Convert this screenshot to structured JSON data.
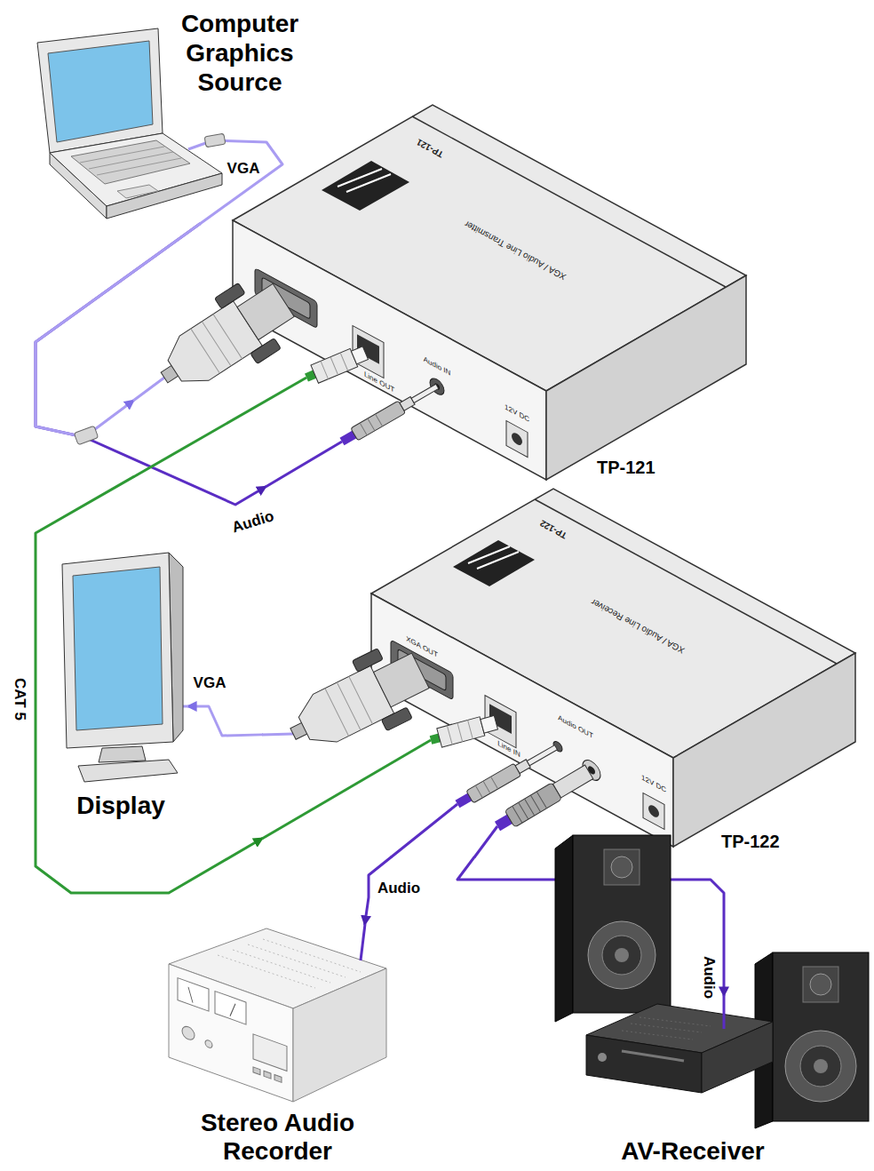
{
  "diagram": {
    "nodes": [
      {
        "text": [
          "Computer Graphics Source"
        ]
      },
      {
        "text": [
          "TP-121"
        ]
      },
      {
        "text": [
          "TP-122"
        ]
      },
      {
        "text": [
          "Display"
        ]
      },
      {
        "text": [
          "Stereo Audio Recorder"
        ]
      },
      {
        "text": [
          "AV-Receiver"
        ]
      }
    ],
    "edges": [
      {
        "from": 0,
        "to": 1,
        "label": "VGA",
        "arrow": "to"
      },
      {
        "from": 0,
        "to": 1,
        "label": "Audio",
        "arrow": "to"
      },
      {
        "from": 1,
        "to": 2,
        "label": "CAT 5",
        "arrow": "to"
      },
      {
        "from": 2,
        "to": 3,
        "label": "VGA",
        "arrow": "to"
      },
      {
        "from": 2,
        "to": 4,
        "label": "Audio",
        "arrow": "to"
      },
      {
        "from": 2,
        "to": 5,
        "label": "Audio",
        "arrow": "to"
      }
    ],
    "labels": [
      "TP-121",
      "XGA / Audio Line Transmitter",
      "Line OUT",
      "Audio IN",
      "12V DC",
      "TP-122",
      "XGA / Audio Line Receiver",
      "XGA OUT",
      "Line IN",
      "Audio OUT",
      "12V DC"
    ]
  }
}
